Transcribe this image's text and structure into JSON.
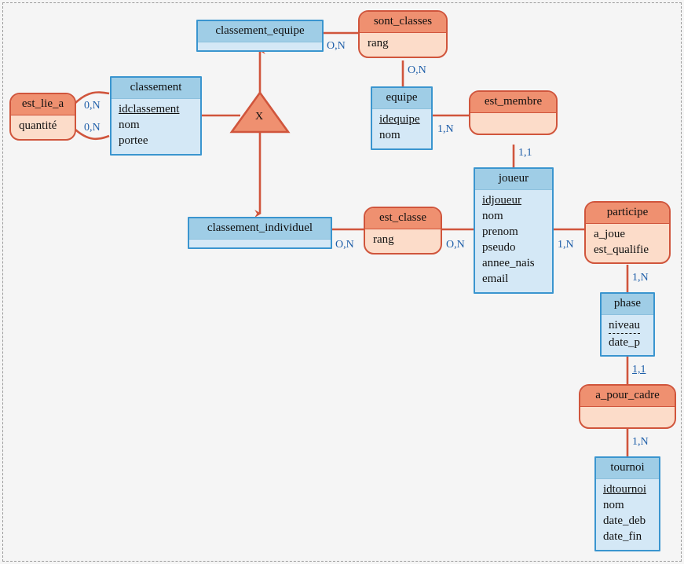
{
  "diagram": {
    "type": "entity-relationship-diagram",
    "background_color": "#f5f5f5",
    "entity_header_color": "#9fcde6",
    "entity_body_color": "#d4e8f6",
    "entity_border_color": "#3a95cf",
    "relation_header_color": "#ef9070",
    "relation_body_color": "#fcdcc9",
    "relation_border_color": "#d0553c",
    "cardinality_color": "#1f5fa9",
    "entities": [
      {
        "id": "classement_equipe",
        "name": "classement_equipe",
        "attributes": []
      },
      {
        "id": "classement",
        "name": "classement",
        "attributes": [
          "idclassement",
          "nom",
          "portee"
        ],
        "primary_key": "idclassement"
      },
      {
        "id": "equipe",
        "name": "equipe",
        "attributes": [
          "idequipe",
          "nom"
        ],
        "primary_key": "idequipe"
      },
      {
        "id": "classement_individuel",
        "name": "classement_individuel",
        "attributes": []
      },
      {
        "id": "joueur",
        "name": "joueur",
        "attributes": [
          "idjoueur",
          "nom",
          "prenom",
          "pseudo",
          "annee_nais",
          "email"
        ],
        "primary_key": "idjoueur"
      },
      {
        "id": "phase",
        "name": "phase",
        "attributes": [
          "niveau",
          "date_p"
        ],
        "partial_key": "niveau"
      },
      {
        "id": "tournoi",
        "name": "tournoi",
        "attributes": [
          "idtournoi",
          "nom",
          "date_deb",
          "date_fin"
        ],
        "primary_key": "idtournoi"
      }
    ],
    "relations": [
      {
        "id": "sont_classes",
        "name": "sont_classes",
        "attributes": [
          "rang"
        ]
      },
      {
        "id": "est_lie_a",
        "name": "est_lie_a",
        "attributes": [
          "quantité"
        ]
      },
      {
        "id": "est_membre",
        "name": "est_membre",
        "attributes": []
      },
      {
        "id": "est_classe",
        "name": "est_classe",
        "attributes": [
          "rang"
        ]
      },
      {
        "id": "participe",
        "name": "participe",
        "attributes": [
          "a_joue",
          "est_qualifie"
        ]
      },
      {
        "id": "a_pour_cadre",
        "name": "a_pour_cadre",
        "attributes": []
      }
    ],
    "specialization": {
      "id": "specialization-x",
      "symbol": "X",
      "parent": "classement",
      "children": [
        "classement_equipe",
        "classement_individuel"
      ]
    },
    "cardinalities": [
      {
        "id": "card-ce-sont-classes",
        "value": "O,N",
        "from": "classement_equipe",
        "to": "sont_classes"
      },
      {
        "id": "card-sont-classes-equipe",
        "value": "O,N",
        "from": "sont_classes",
        "to": "equipe"
      },
      {
        "id": "card-estliea-top",
        "value": "0,N",
        "from": "est_lie_a",
        "to": "classement"
      },
      {
        "id": "card-estliea-bottom",
        "value": "0,N",
        "from": "est_lie_a",
        "to": "classement"
      },
      {
        "id": "card-equipe-estmembre",
        "value": "1,N",
        "from": "equipe",
        "to": "est_membre"
      },
      {
        "id": "card-estmembre-joueur",
        "value": "1,1",
        "from": "est_membre",
        "to": "joueur"
      },
      {
        "id": "card-ci-estclasse",
        "value": "O,N",
        "from": "classement_individuel",
        "to": "est_classe"
      },
      {
        "id": "card-estclasse-joueur",
        "value": "O,N",
        "from": "est_classe",
        "to": "joueur"
      },
      {
        "id": "card-joueur-participe",
        "value": "1,N",
        "from": "joueur",
        "to": "participe"
      },
      {
        "id": "card-participe-phase",
        "value": "1,N",
        "from": "participe",
        "to": "phase"
      },
      {
        "id": "card-phase-apourcadre",
        "value": "1,1",
        "from": "phase",
        "to": "a_pour_cadre",
        "underlined": true
      },
      {
        "id": "card-apourcadre-tournoi",
        "value": "1,N",
        "from": "a_pour_cadre",
        "to": "tournoi"
      }
    ]
  }
}
